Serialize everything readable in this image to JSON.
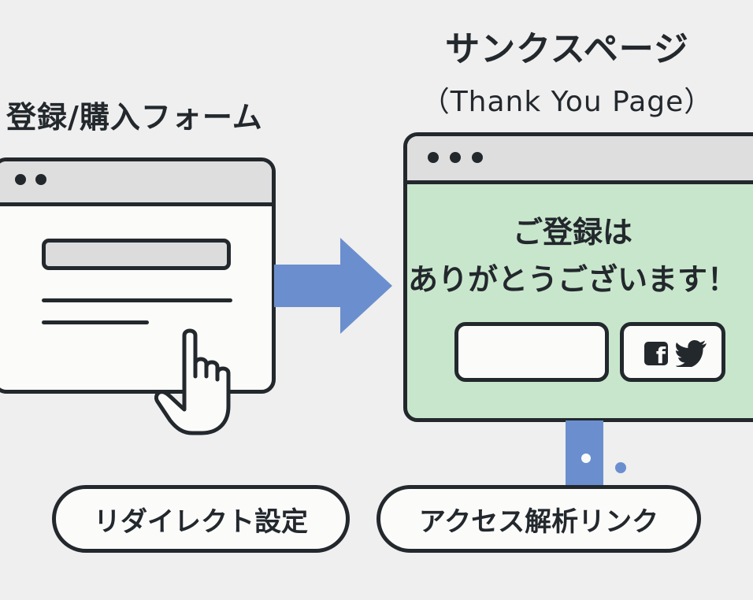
{
  "form_section": {
    "heading": "登録/購入フォーム"
  },
  "thanks_section": {
    "heading": "サンクスページ",
    "subheading": "（Thank You Page）",
    "message_line1": "ご登録は",
    "message_line2": "ありがとうございます！",
    "social_icons": [
      "facebook-icon",
      "twitter-icon"
    ]
  },
  "labels": {
    "redirect": "リダイレクト設定",
    "analytics": "アクセス解析リンク"
  },
  "colors": {
    "background": "#efefef",
    "outline": "#23282d",
    "window_titlebar": "#dedede",
    "form_window": "#fbfbfa",
    "thanks_window": "#c8e6cc",
    "arrow": "#6b8fce"
  }
}
